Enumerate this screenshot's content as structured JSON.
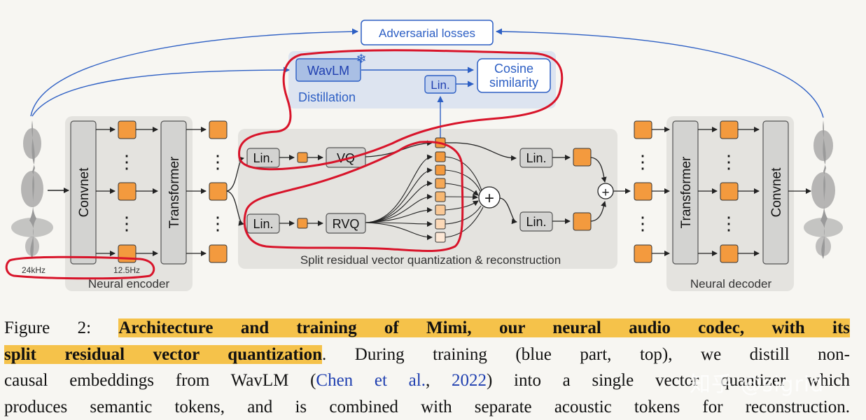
{
  "figure": {
    "adversarial_label": "Adversarial losses",
    "wavlm_label": "WavLM",
    "distillation_label": "Distillation",
    "lin_label": "Lin.",
    "cosine_label_1": "Cosine",
    "cosine_label_2": "similarity",
    "convnet_label": "Convnet",
    "transformer_label": "Transformer",
    "vq_label": "VQ",
    "rvq_label": "RVQ",
    "plus_symbol": "+",
    "dots": "⋮",
    "split_label": "Split residual vector quantization & reconstruction",
    "encoder_label": "Neural encoder",
    "decoder_label": "Neural decoder",
    "rate_in": "24kHz",
    "rate_latent": "12.5Hz",
    "snowflake": "❄"
  },
  "caption": {
    "prefix": "Figure 2: ",
    "title_a": "Architecture and training of Mimi, our neural audio codec, with its",
    "title_b": "split residual vector quantization",
    "line2_rest": ". During training (blue part, top), we distill non-",
    "line3_a": "causal embeddings from WavLM (",
    "cite_author": "Chen et al.",
    "cite_sep": ", ",
    "cite_year": "2022",
    "line3_b": ") into a single vector quantizer which",
    "line4": "produces semantic tokens, and is combined with separate acoustic tokens for reconstruction."
  },
  "watermark": "知乎 @sigrid",
  "colors": {
    "orange": "#f39a3e",
    "blue": "#2d5fc4",
    "blue_panel": "#dfe5f1",
    "grey_panel": "#e4e3df",
    "highlight": "#f5c24a",
    "red_annotation": "#d8142a"
  }
}
